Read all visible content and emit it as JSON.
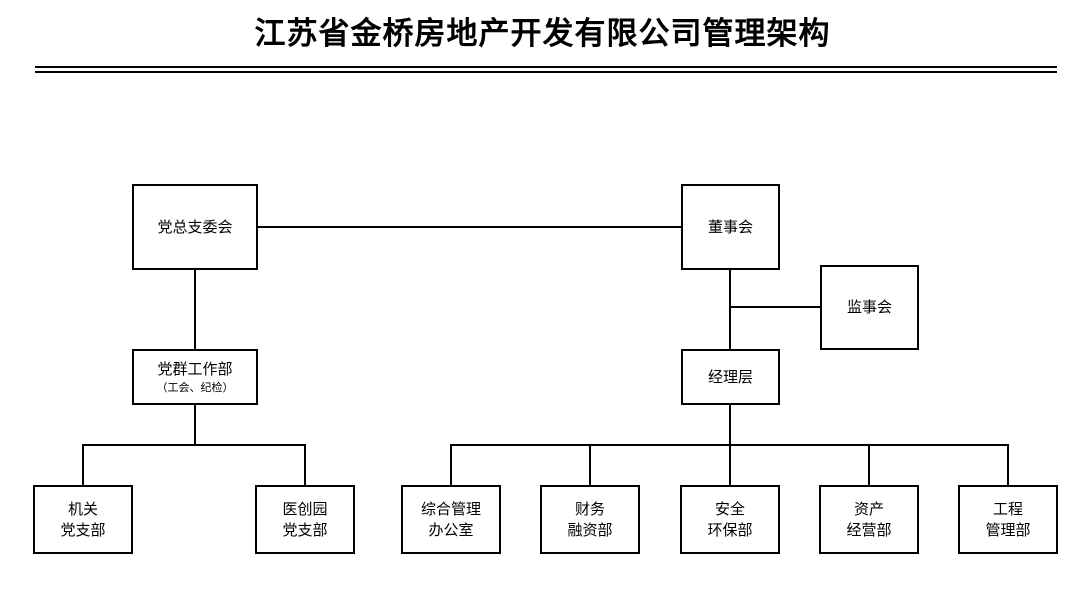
{
  "document": {
    "title": "江苏省金桥房地产开发有限公司管理架构"
  },
  "chart_data": {
    "type": "diagram",
    "diagram_kind": "organization-chart",
    "title": "江苏省金桥房地产开发有限公司管理架构",
    "orientation": "top-down",
    "nodes": [
      {
        "id": "party-committee",
        "label": "党总支委会",
        "sub": "",
        "level": 1,
        "branch": "party"
      },
      {
        "id": "board-directors",
        "label": "董事会",
        "sub": "",
        "level": 1,
        "branch": "corporate"
      },
      {
        "id": "board-supervisors",
        "label": "监事会",
        "sub": "",
        "level": 2,
        "branch": "corporate"
      },
      {
        "id": "party-work-dept",
        "label": "党群工作部",
        "sub": "（工会、纪检）",
        "level": 2,
        "branch": "party"
      },
      {
        "id": "management-layer",
        "label": "经理层",
        "sub": "",
        "level": 2,
        "branch": "corporate"
      },
      {
        "id": "agency-branch",
        "line1": "机关",
        "line2": "党支部",
        "level": 3,
        "branch": "party"
      },
      {
        "id": "medical-park-branch",
        "line1": "医创园",
        "line2": "党支部",
        "level": 3,
        "branch": "party"
      },
      {
        "id": "general-admin",
        "line1": "综合管理",
        "line2": "办公室",
        "level": 3,
        "branch": "corporate"
      },
      {
        "id": "finance-dept",
        "line1": "财务",
        "line2": "融资部",
        "level": 3,
        "branch": "corporate"
      },
      {
        "id": "safety-env-dept",
        "line1": "安全",
        "line2": "环保部",
        "level": 3,
        "branch": "corporate"
      },
      {
        "id": "asset-ops-dept",
        "line1": "资产",
        "line2": "经营部",
        "level": 3,
        "branch": "corporate"
      },
      {
        "id": "engineering-dept",
        "line1": "工程",
        "line2": "管理部",
        "level": 3,
        "branch": "corporate"
      }
    ],
    "edges": [
      {
        "from": "party-committee",
        "to": "board-directors",
        "style": "horizontal"
      },
      {
        "from": "party-committee",
        "to": "party-work-dept",
        "style": "vertical"
      },
      {
        "from": "board-directors",
        "to": "board-supervisors",
        "style": "elbow"
      },
      {
        "from": "board-directors",
        "to": "management-layer",
        "style": "vertical"
      },
      {
        "from": "party-work-dept",
        "to": "agency-branch",
        "style": "bus"
      },
      {
        "from": "party-work-dept",
        "to": "medical-park-branch",
        "style": "bus"
      },
      {
        "from": "management-layer",
        "to": "general-admin",
        "style": "bus"
      },
      {
        "from": "management-layer",
        "to": "finance-dept",
        "style": "bus"
      },
      {
        "from": "management-layer",
        "to": "safety-env-dept",
        "style": "bus"
      },
      {
        "from": "management-layer",
        "to": "asset-ops-dept",
        "style": "bus"
      },
      {
        "from": "management-layer",
        "to": "engineering-dept",
        "style": "bus"
      }
    ],
    "colors": {
      "background": "#ffffff",
      "line": "#000000",
      "text": "#000000",
      "box_fill": "#ffffff"
    }
  },
  "nodes": {
    "party_committee": {
      "label": "党总支委会"
    },
    "board_directors": {
      "label": "董事会"
    },
    "board_supervisors": {
      "label": "监事会"
    },
    "party_work_dept": {
      "label": "党群工作部",
      "sub": "（工会、纪检）"
    },
    "management_layer": {
      "label": "经理层"
    },
    "agency_branch": {
      "line1": "机关",
      "line2": "党支部"
    },
    "medical_park_branch": {
      "line1": "医创园",
      "line2": "党支部"
    },
    "general_admin": {
      "line1": "综合管理",
      "line2": "办公室"
    },
    "finance_dept": {
      "line1": "财务",
      "line2": "融资部"
    },
    "safety_env_dept": {
      "line1": "安全",
      "line2": "环保部"
    },
    "asset_ops_dept": {
      "line1": "资产",
      "line2": "经营部"
    },
    "engineering_dept": {
      "line1": "工程",
      "line2": "管理部"
    }
  }
}
